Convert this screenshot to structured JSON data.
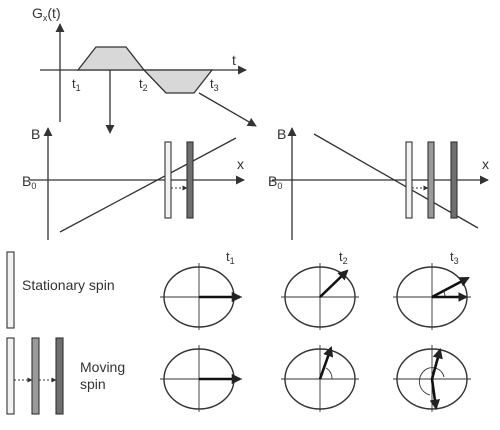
{
  "gradient_panel": {
    "axis_label": "G",
    "axis_sub": "x",
    "axis_suffix": "(t)",
    "time_axis": "t",
    "t1": "t",
    "t1_sub": "1",
    "t2": "t",
    "t2_sub": "2",
    "t3": "t",
    "t3_sub": "3"
  },
  "field_left": {
    "y_label": "B",
    "b0": "B",
    "b0_sub": "0",
    "x_label": "x"
  },
  "field_right": {
    "y_label": "B",
    "b0": "B",
    "b0_sub": "0",
    "x_label": "x"
  },
  "rows": {
    "stationary_label": "Stationary spin",
    "moving_label_1": "Moving",
    "moving_label_2": "spin"
  },
  "columns": {
    "c1": "t",
    "c1_sub": "1",
    "c2": "t",
    "c2_sub": "2",
    "c3": "t",
    "c3_sub": "3"
  },
  "colors": {
    "line": "#333333",
    "fill": "#d8d8d8",
    "bar_light": "#f2f2f2",
    "bar_mid": "#9a9a9a",
    "bar_dark": "#6f6f6f"
  }
}
